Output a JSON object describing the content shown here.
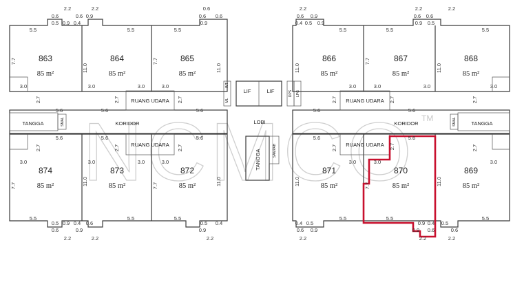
{
  "units": [
    {
      "id": "863",
      "area": "85 m²"
    },
    {
      "id": "864",
      "area": "85 m²"
    },
    {
      "id": "865",
      "area": "85 m²"
    },
    {
      "id": "866",
      "area": "85 m²"
    },
    {
      "id": "867",
      "area": "85 m²"
    },
    {
      "id": "868",
      "area": "85 m²"
    },
    {
      "id": "874",
      "area": "85 m²"
    },
    {
      "id": "873",
      "area": "85 m²"
    },
    {
      "id": "872",
      "area": "85 m²"
    },
    {
      "id": "871",
      "area": "85 m²"
    },
    {
      "id": "870",
      "area": "85 m²"
    },
    {
      "id": "869",
      "area": "85 m²"
    }
  ],
  "highlighted_unit": "870",
  "highlight_color": "#c8102e",
  "labels": {
    "koridor": "KORIDOR",
    "tangga": "TANGGA",
    "ruang_udara": "RUANG UDARA",
    "lif": "LIF",
    "lobi": "LOBI",
    "sampah": "SAMPAH",
    "smal": "SMAL",
    "dps": "DPS",
    "lpg": "LPG",
    "ml": "ML",
    "wt": "WT"
  },
  "dims": {
    "w": "5.5",
    "h": "11.0",
    "side": "7.7",
    "notch": "3.0",
    "air": "2.7",
    "cor": "5.6",
    "bay": "2.2",
    "a": "0.6",
    "b": "0.5",
    "c": "0.9",
    "d": "0.4"
  },
  "watermark": {
    "text": "NCMCO",
    "mark": "TM"
  }
}
